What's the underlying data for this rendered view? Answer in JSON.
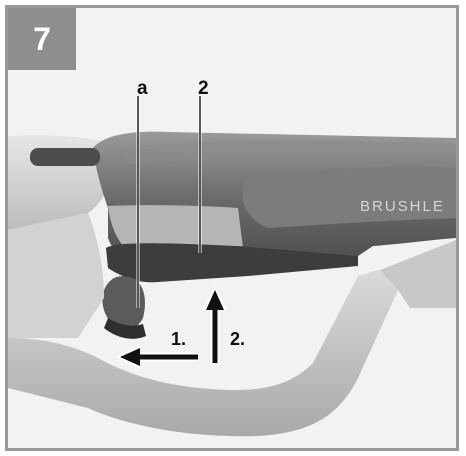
{
  "figure": {
    "step_number": "7",
    "callouts": {
      "a": "a",
      "b": "2"
    },
    "steps": {
      "first": "1.",
      "second": "2."
    },
    "housing_text": "BRUSHLE"
  }
}
